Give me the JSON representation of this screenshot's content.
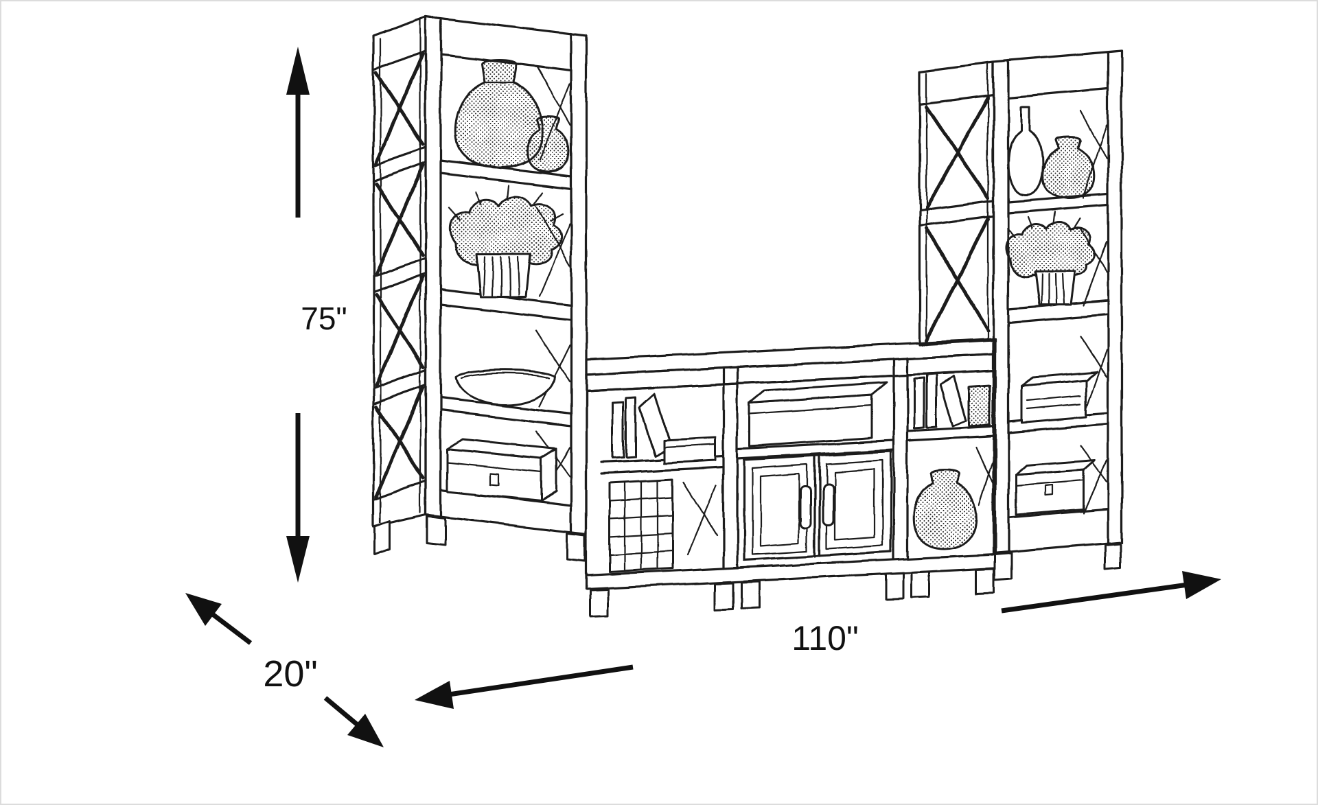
{
  "page": {
    "background": "#ffffff",
    "ink": "#1b1b1b",
    "frame_border": "#dcdcdc"
  },
  "illustration": {
    "subject": "three-piece wall unit sketch: two X-sided pier bookcases flanking a TV console",
    "pieces": [
      "left-pier-bookcase",
      "tv-console",
      "right-pier-bookcase"
    ]
  },
  "dimensions": {
    "height": {
      "label": "75\"",
      "value_inches": 75
    },
    "depth": {
      "label": "20\"",
      "value_inches": 20
    },
    "width": {
      "label": "110\"",
      "value_inches": 110
    }
  }
}
